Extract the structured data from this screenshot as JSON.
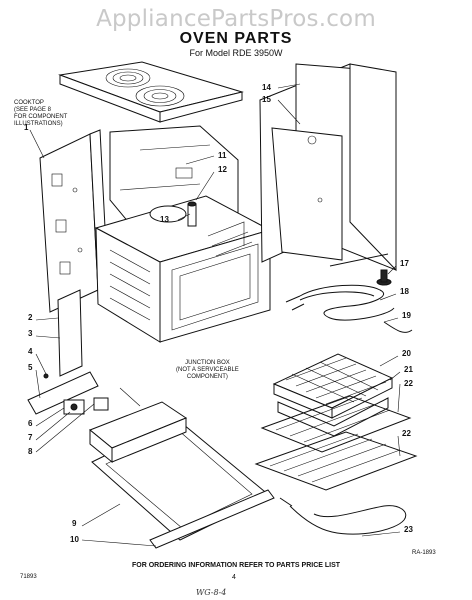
{
  "watermark": "AppliancePartsPros.com",
  "title": "OVEN PARTS",
  "subtitle": "For Model RDE 3950W",
  "notes": {
    "cooktop": "COOKTOP\n(SEE PAGE 8\nFOR COMPONENT\nILLUSTRATIONS)",
    "junction_box": "JUNCTION BOX\n(NOT A SERVICEABLE\nCOMPONENT)"
  },
  "callouts": [
    "1",
    "2",
    "3",
    "4",
    "5",
    "6",
    "7",
    "8",
    "9",
    "10",
    "11",
    "12",
    "13",
    "14",
    "15",
    "17",
    "18",
    "19",
    "20",
    "21",
    "22",
    "22",
    "23"
  ],
  "footer": "FOR ORDERING INFORMATION REFER TO PARTS PRICE LIST",
  "page_number": "4",
  "doc_code": "71893",
  "ra_code": "RA-1893",
  "handwritten": "WG-8-4"
}
